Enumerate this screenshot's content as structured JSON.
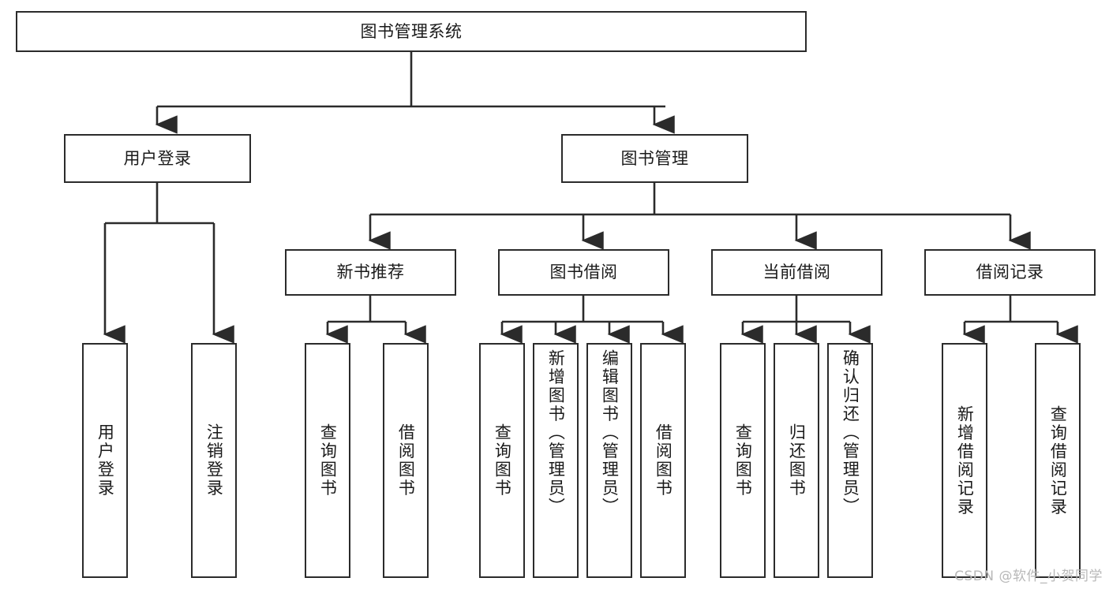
{
  "diagram": {
    "title": "图书管理系统",
    "watermark": "CSDN @软件_小贺同学",
    "accent_color": "#2b2b2b",
    "background_color": "#ffffff",
    "levels": {
      "root": {
        "label": "图书管理系统"
      },
      "level2": [
        {
          "label": "用户登录"
        },
        {
          "label": "图书管理"
        }
      ],
      "level3": [
        {
          "label": "新书推荐"
        },
        {
          "label": "图书借阅"
        },
        {
          "label": "当前借阅"
        },
        {
          "label": "借阅记录"
        }
      ],
      "leaves": {
        "user_login": [
          {
            "label": "用户登录"
          },
          {
            "label": "注销登录"
          }
        ],
        "new_book_recommend": [
          {
            "label": "查询图书"
          },
          {
            "label": "借阅图书"
          }
        ],
        "book_borrow": [
          {
            "label": "查询图书"
          },
          {
            "label": "新增图书（管理员）"
          },
          {
            "label": "编辑图书（管理员）"
          },
          {
            "label": "借阅图书"
          }
        ],
        "current_borrow": [
          {
            "label": "查询图书"
          },
          {
            "label": "归还图书"
          },
          {
            "label": "确认归还（管理员）"
          }
        ],
        "borrow_record": [
          {
            "label": "新增借阅记录"
          },
          {
            "label": "查询借阅记录"
          }
        ]
      }
    }
  }
}
